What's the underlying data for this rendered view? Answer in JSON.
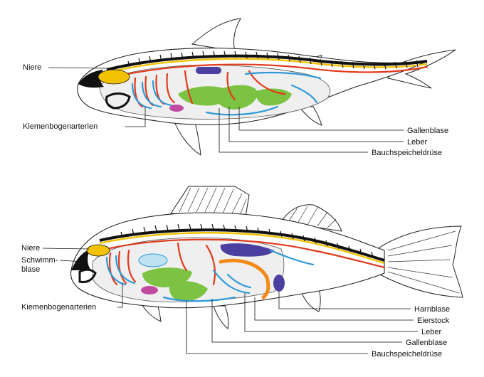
{
  "colors": {
    "artery": "#e23a1c",
    "vein": "#2f9ad6",
    "kidney": "#f2c200",
    "gut": "#7cc243",
    "swim_bladder": "#4b3fa0",
    "gonad": "#c04aa0",
    "body_cavity": "#efefef"
  },
  "shark": {
    "labels": {
      "kidney": "Niere",
      "gill_arteries": "Kiemenbogenarterien",
      "gall_bladder": "Gallenblase",
      "liver": "Leber",
      "pancreas": "Bauchspeicheldrüse"
    }
  },
  "perch": {
    "labels": {
      "kidney": "Niere",
      "swim_bladder_line1": "Schwimm-",
      "swim_bladder_line2": "blase",
      "gill_arteries": "Kiemenbogenarterien",
      "urinary_bladder": "Harnblase",
      "ovary": "Eierstock",
      "liver": "Leber",
      "gall_bladder": "Gallenblase",
      "pancreas": "Bauchspeicheldrüse"
    }
  }
}
